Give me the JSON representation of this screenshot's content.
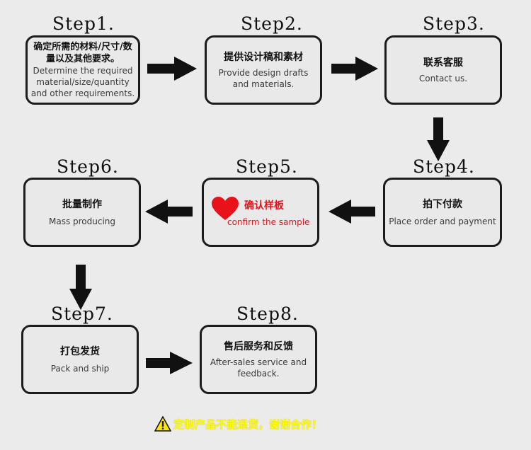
{
  "steps": [
    {
      "title": "Step1.",
      "zh": "确定所需的材料/尺寸/数量以及其他要求。",
      "en": "Determine the required material/size/quantity and other requirements."
    },
    {
      "title": "Step2.",
      "zh": "提供设计稿和素材",
      "en": "Provide design drafts and materials."
    },
    {
      "title": "Step3.",
      "zh": "联系客服",
      "en": "Contact us."
    },
    {
      "title": "Step4.",
      "zh": "拍下付款",
      "en": "Place order and payment"
    },
    {
      "title": "Step5.",
      "zh": "确认样板",
      "en": "confirm the sample"
    },
    {
      "title": "Step6.",
      "zh": "批量制作",
      "en": "Mass producing"
    },
    {
      "title": "Step7.",
      "zh": "打包发货",
      "en": "Pack and ship"
    },
    {
      "title": "Step8.",
      "zh": "售后服务和反馈",
      "en": "After-sales service and feedback."
    }
  ],
  "notice": {
    "icon": "warning-triangle-icon",
    "text": "定制产品不能退货，谢谢合作！"
  },
  "colors": {
    "border": "#1c1c1c",
    "arrow": "#111111",
    "highlight": "#e8121a",
    "notice": "#ffff00"
  }
}
